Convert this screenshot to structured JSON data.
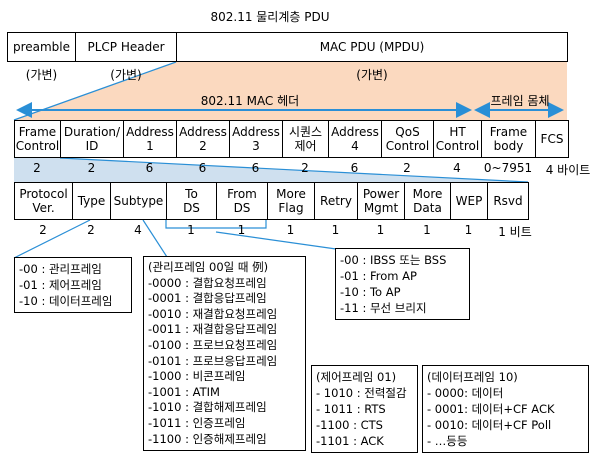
{
  "title": "802.11 물리계층 PDU",
  "phy": {
    "cells": [
      "preamble",
      "PLCP Header",
      "MAC PDU (MPDU)"
    ],
    "sizes": [
      "(가변)",
      "(가변)",
      "(가변)"
    ]
  },
  "mac_header_label": "802.11 MAC 헤더",
  "frame_body_label": "프레임 몸체",
  "mac_fields": [
    {
      "label": "Frame\nControl",
      "size": "2"
    },
    {
      "label": "Duration/\nID",
      "size": "2"
    },
    {
      "label": "Address\n1",
      "size": "6"
    },
    {
      "label": "Address\n2",
      "size": "6"
    },
    {
      "label": "Address\n3",
      "size": "6"
    },
    {
      "label": "시퀀스\n제어",
      "size": "2"
    },
    {
      "label": "Address\n4",
      "size": "6"
    },
    {
      "label": "QoS\nControl",
      "size": "2"
    },
    {
      "label": "HT\nControl",
      "size": "4"
    },
    {
      "label": "Frame\nbody",
      "size": "0~7951"
    },
    {
      "label": "FCS",
      "size": "4 바이트"
    }
  ],
  "fc_fields": [
    {
      "label": "Protocol\nVer.",
      "size": "2"
    },
    {
      "label": "Type",
      "size": "2"
    },
    {
      "label": "Subtype",
      "size": "4"
    },
    {
      "label": "To\nDS",
      "size": "1"
    },
    {
      "label": "From\nDS",
      "size": "1"
    },
    {
      "label": "More\nFlag",
      "size": "1"
    },
    {
      "label": "Retry",
      "size": "1"
    },
    {
      "label": "Power\nMgmt",
      "size": "1"
    },
    {
      "label": "More\nData",
      "size": "1"
    },
    {
      "label": "WEP",
      "size": "1"
    },
    {
      "label": "Rsvd",
      "size": "1 비트"
    }
  ],
  "notes": {
    "type": [
      "-00 : 관리프레임",
      "-01 : 제어프레임",
      "-10 : 데이터프레임"
    ],
    "ds": [
      "-00 : IBSS 또는 BSS",
      "-01 : From AP",
      "-10 : To AP",
      "-11 : 무선 브리지"
    ],
    "mgmt": [
      "(관리프레임 00일 때 例)",
      "-0000 : 결합요청프레임",
      "-0001 : 결합응답프레임",
      "-0010 : 재결합요청프레임",
      "-0011 : 재결합응답프레임",
      "-0100 : 프로브요청프레임",
      "-0101 : 프로브응답프레임",
      "-1000 : 비콘프레임",
      "-1001 : ATIM",
      "-1010 : 결합해제프레임",
      "-1011 : 인증프레임",
      "-1100 : 인증해제프레임"
    ],
    "ctrl": [
      "(제어프레임 01)",
      " - 1010 : 전력절감",
      " - 1011 : RTS",
      " -1100 : CTS",
      " -1101 : ACK"
    ],
    "data": [
      "(데이터프레임 10)",
      " - 0000: 데이터",
      " - 0001: 데이터+CF ACK",
      " - 0010: 데이터+CF Poll",
      " - …등등"
    ]
  }
}
